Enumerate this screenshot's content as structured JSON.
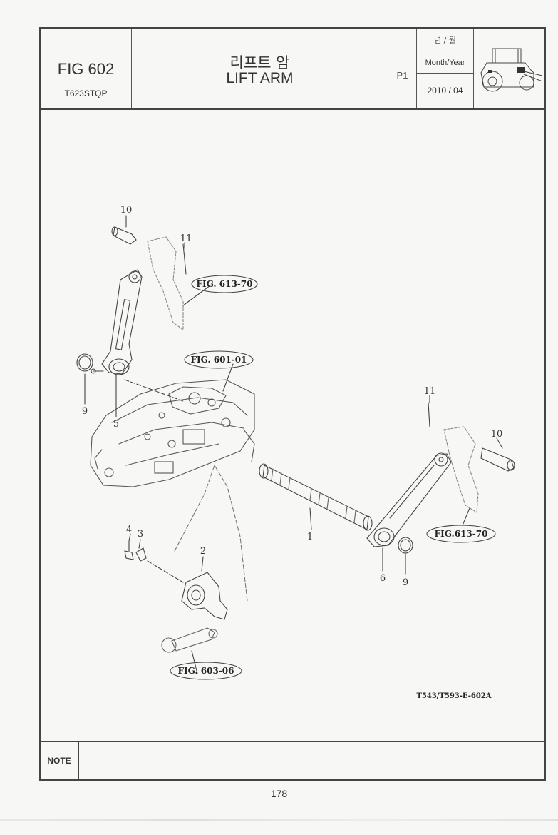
{
  "header": {
    "fig_number": "FIG 602",
    "model": "T623STQP",
    "title_korean": "리프트 암",
    "title_english": "LIFT ARM",
    "page": "P1",
    "date_label_korean": "년 / 월",
    "date_label": "Month/Year",
    "date_value": "2010 / 04"
  },
  "callouts": [
    "10",
    "11",
    "9",
    "5",
    "11",
    "10",
    "4",
    "3",
    "2",
    "1",
    "6",
    "9"
  ],
  "references": [
    "FIG. 613-70",
    "FIG. 601-01",
    "FIG.613-70",
    "FIG. 603-06"
  ],
  "drawing_code": "T543/T593-E-602A",
  "note_label": "NOTE",
  "page_number": "178"
}
